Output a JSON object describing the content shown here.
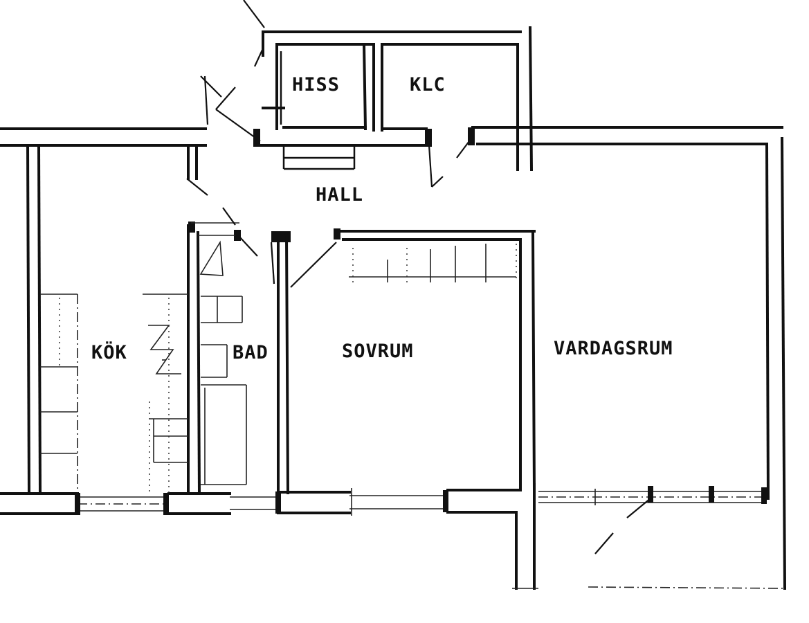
{
  "labels": {
    "elevator": "HISS",
    "cleaning": "KLC",
    "hall": "HALL",
    "kitchen": "KÖK",
    "bath": "BAD",
    "bedroom": "SOVRUM",
    "living_room": "VARDAGSRUM"
  },
  "colors": {
    "ink": "#111111",
    "paper": "#ffffff"
  }
}
